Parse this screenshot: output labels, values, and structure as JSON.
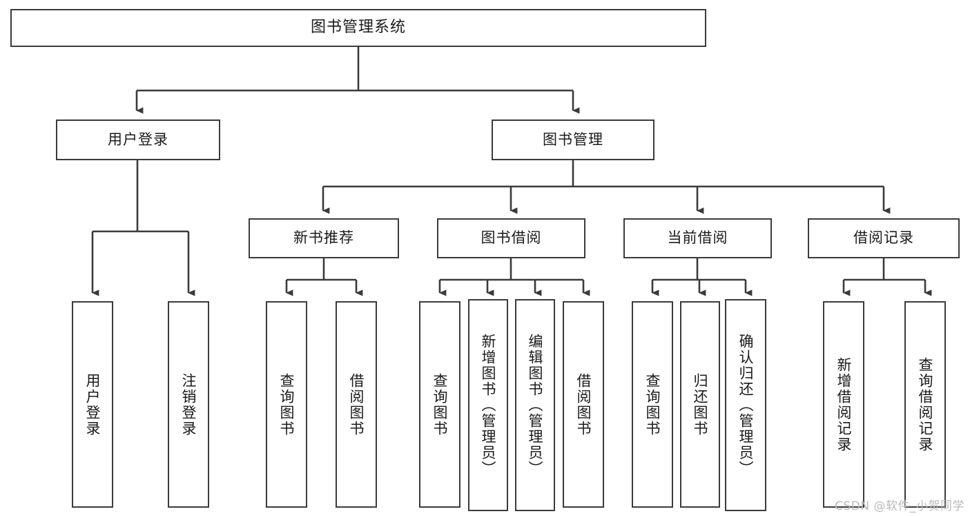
{
  "diagram": {
    "type": "tree",
    "title": "图书管理系统",
    "watermark": "CSDN @软件_小贺同学",
    "colors": {
      "stroke": "#3a3a3a",
      "fill": "#ffffff",
      "text": "#1a1a1a",
      "watermark": "#b9b9b9"
    },
    "nodes": {
      "root": {
        "label": "图书管理系统"
      },
      "level1": [
        {
          "id": "user-login",
          "label": "用户登录"
        },
        {
          "id": "book-manage",
          "label": "图书管理"
        }
      ],
      "level2": [
        {
          "id": "new-book-rec",
          "label": "新书推荐"
        },
        {
          "id": "book-borrow",
          "label": "图书借阅"
        },
        {
          "id": "current-borrow",
          "label": "当前借阅"
        },
        {
          "id": "borrow-record",
          "label": "借阅记录"
        }
      ],
      "leaves": {
        "user-login": [
          {
            "id": "leaf-user-login",
            "label": "用户登录"
          },
          {
            "id": "leaf-logout",
            "label": "注销登录"
          }
        ],
        "new-book-rec": [
          {
            "id": "leaf-query-book-1",
            "label": "查询图书"
          },
          {
            "id": "leaf-borrow-book-1",
            "label": "借阅图书"
          }
        ],
        "book-borrow": [
          {
            "id": "leaf-query-book-2",
            "label": "查询图书"
          },
          {
            "id": "leaf-add-book",
            "label": "新增图书（管理员）"
          },
          {
            "id": "leaf-edit-book",
            "label": "编辑图书（管理员）"
          },
          {
            "id": "leaf-borrow-book-2",
            "label": "借阅图书"
          }
        ],
        "current-borrow": [
          {
            "id": "leaf-query-book-3",
            "label": "查询图书"
          },
          {
            "id": "leaf-return-book",
            "label": "归还图书"
          },
          {
            "id": "leaf-confirm-return",
            "label": "确认归还（管理员）"
          }
        ],
        "borrow-record": [
          {
            "id": "leaf-add-record",
            "label": "新增借阅记录"
          },
          {
            "id": "leaf-query-record",
            "label": "查询借阅记录"
          }
        ]
      }
    }
  }
}
